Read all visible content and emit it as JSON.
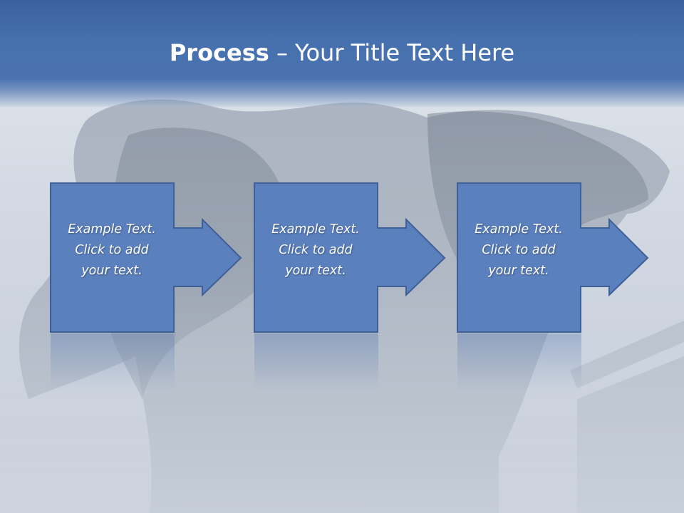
{
  "slide": {
    "title_bold": "Process",
    "title_rest": " – Your Title Text Here"
  },
  "steps": [
    {
      "line1": "Example Text.",
      "line2": "Click  to add",
      "line3": "your text."
    },
    {
      "line1": "Example Text.",
      "line2": "Click  to add",
      "line3": "your text."
    },
    {
      "line1": "Example Text.",
      "line2": "Click  to add",
      "line3": "your text."
    }
  ],
  "colors": {
    "title_bar": "#4670ae",
    "step_fill": "#5b80be",
    "step_border": "#3f5f97",
    "text": "#ffffff"
  }
}
